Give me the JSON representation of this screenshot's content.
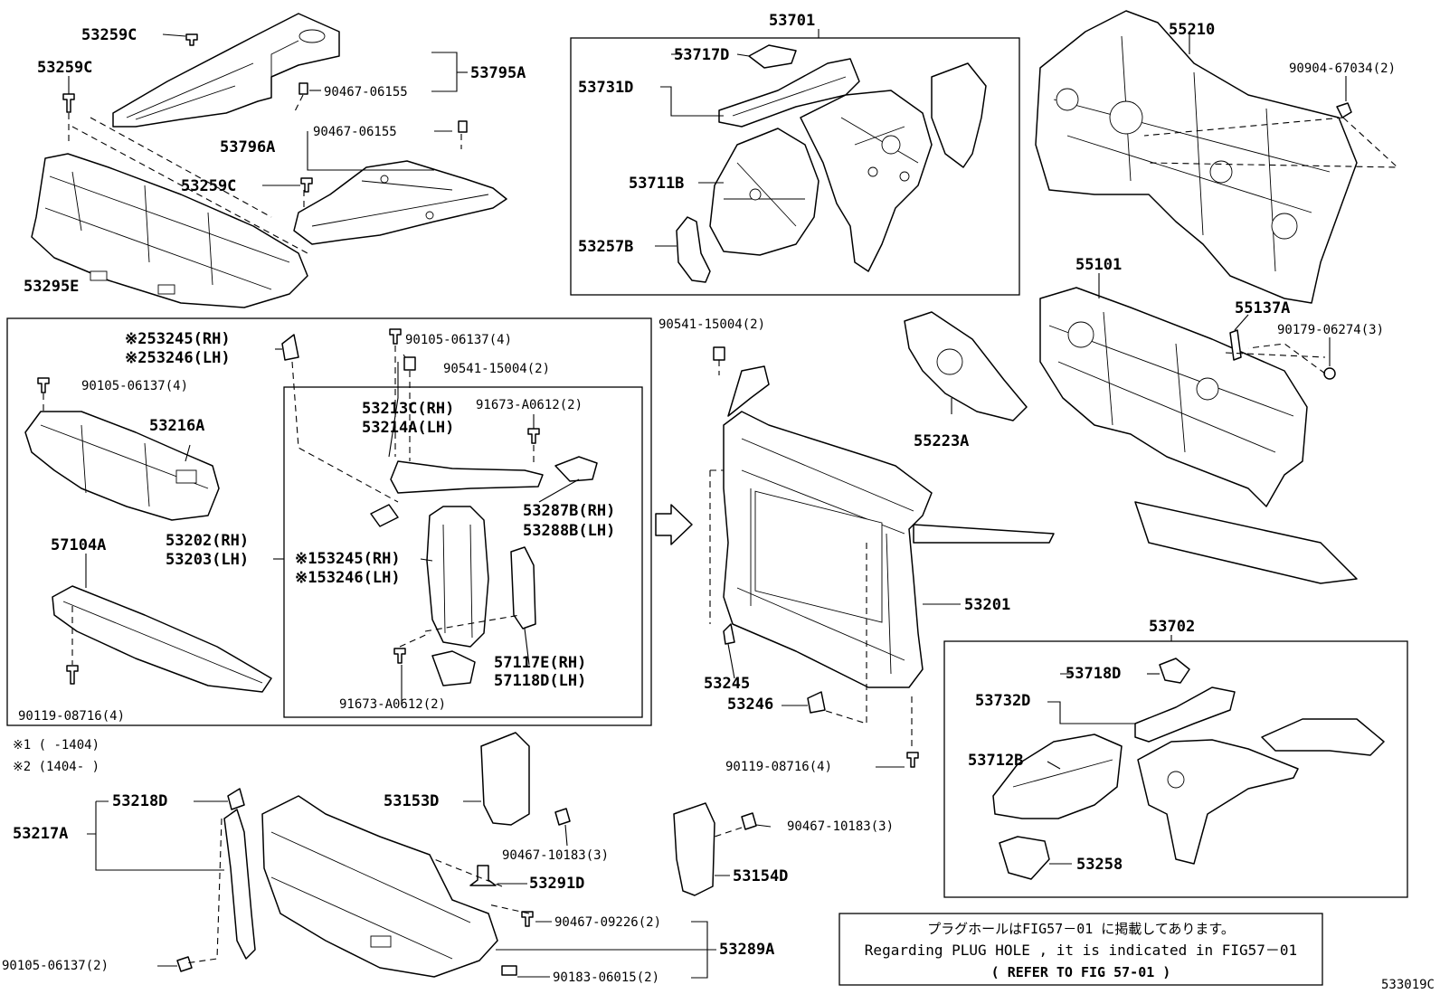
{
  "diagram_id": "533019C",
  "note": {
    "jp": "プラグホールはFIG57－01 に掲載してあります。",
    "en": "Regarding  PLUG HOLE  , it is  indicated  in  FIG57－01",
    "ref": "(  REFER TO FIG 57-01  )"
  },
  "legend": {
    "m1": "※1 (        -1404)",
    "m2": "※2 (1404-        )"
  },
  "labels": {
    "l53259C_a": "53259C",
    "l53259C_b": "53259C",
    "l53259C_c": "53259C",
    "l53795A": "53795A",
    "l90467_06155_a": "90467-06155",
    "l90467_06155_b": "90467-06155",
    "l53796A": "53796A",
    "l53295E": "53295E",
    "l53701": "53701",
    "l53717D": "53717D",
    "l53731D": "53731D",
    "l53711B": "53711B",
    "l53257B": "53257B",
    "l55210": "55210",
    "l90904_67034": "90904-67034(2)",
    "l55101": "55101",
    "l55137A": "55137A",
    "l90179_06274": "90179-06274(3)",
    "l55223A": "55223A",
    "l53245RH_2": "※253245(RH)",
    "l53246LH_2": "※253246(LH)",
    "l90105_06137_4a": "90105-06137(4)",
    "l90105_06137_4b": "90105-06137(4)",
    "l90541_15004_a": "90541-15004(2)",
    "l90541_15004_b": "90541-15004(2)",
    "l53216A": "53216A",
    "l53213C": "53213C(RH)",
    "l53214A": "53214A(LH)",
    "l91673_a": "91673-A0612(2)",
    "l91673_b": "91673-A0612(2)",
    "l53287B": "53287B(RH)",
    "l53288B": "53288B(LH)",
    "l53202": "53202(RH)",
    "l53203": "53203(LH)",
    "l57104A": "57104A",
    "l53245RH_1": "※153245(RH)",
    "l53246LH_1": "※153246(LH)",
    "l57117E": "57117E(RH)",
    "l57118D": "57118D(LH)",
    "l90119_a": "90119-08716(4)",
    "l90119_b": "90119-08716(4)",
    "l53201": "53201",
    "l53245": "53245",
    "l53246": "53246",
    "l53702": "53702",
    "l53718D": "53718D",
    "l53732D": "53732D",
    "l53712B": "53712B",
    "l53258": "53258",
    "l53218D": "53218D",
    "l53217A": "53217A",
    "l53153D": "53153D",
    "l90467_10183_a": "90467-10183(3)",
    "l90467_10183_b": "90467-10183(3)",
    "l53291D": "53291D",
    "l53154D": "53154D",
    "l90467_09226": "90467-09226(2)",
    "l53289A": "53289A",
    "l90183_06015": "90183-06015(2)",
    "l90105_06137_2": "90105-06137(2)"
  }
}
